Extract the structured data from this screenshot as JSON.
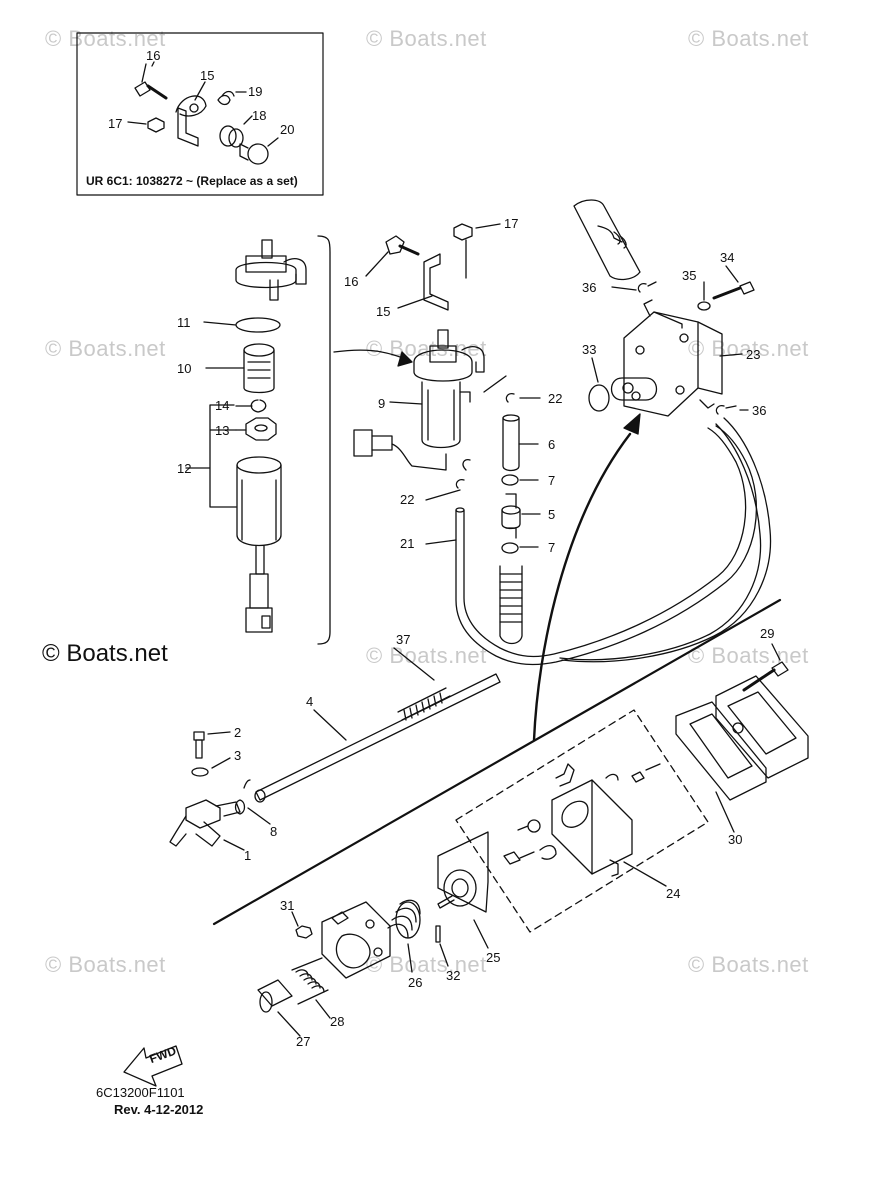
{
  "watermark": "© Boats.net",
  "brand": "© Boats.net",
  "inset_caption": "UR  6C1: 1038272 ~   (Replace as a set)",
  "diagram_code": "6C13200F1101",
  "revision": "Rev.  4-12-2012",
  "fwd_label": "FWD",
  "callouts": {
    "c1": "1",
    "c2": "2",
    "c3": "3",
    "c4": "4",
    "c5": "5",
    "c6": "6",
    "c7a": "7",
    "c7b": "7",
    "c8": "8",
    "c9": "9",
    "c10": "10",
    "c11": "11",
    "c12": "12",
    "c13": "13",
    "c14": "14",
    "c15a": "15",
    "c15b": "15",
    "c16a": "16",
    "c16b": "16",
    "c17a": "17",
    "c17b": "17",
    "c18": "18",
    "c19": "19",
    "c20": "20",
    "c21": "21",
    "c22a": "22",
    "c22b": "22",
    "c23": "23",
    "c24": "24",
    "c25": "25",
    "c26": "26",
    "c27": "27",
    "c28": "28",
    "c29": "29",
    "c30": "30",
    "c31": "31",
    "c32": "32",
    "c33": "33",
    "c34": "34",
    "c35": "35",
    "c36a": "36",
    "c36b": "36",
    "c37": "37"
  }
}
